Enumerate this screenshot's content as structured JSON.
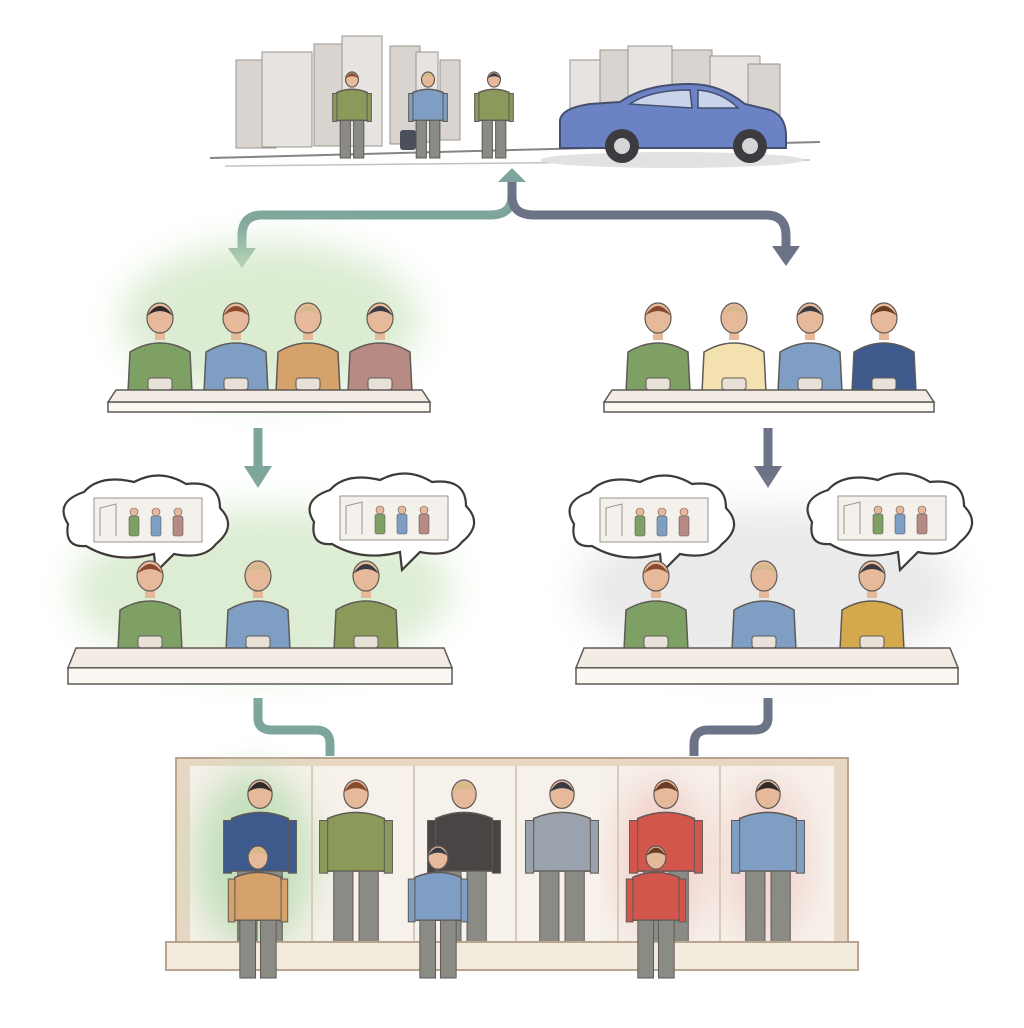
{
  "colors": {
    "arrow_left": "#7ea59c",
    "arrow_right": "#6d7387",
    "outline": "#5f5a56",
    "table_top": "#f3ece4",
    "table_front": "#fbf8f4",
    "car": "#6b82c4",
    "bubble_stroke": "#3f3a37",
    "board_frame": "#e7d7c3",
    "board_bg": "#f6f1ea",
    "green_haze": "#cfe6c2",
    "gray_haze": "#e3e3e3"
  },
  "scene": {
    "street_people": [
      "olive",
      "blue",
      "olive"
    ],
    "car_color": "blue"
  },
  "panels": {
    "left_group": [
      "green",
      "blue",
      "tan",
      "mauve"
    ],
    "right_group": [
      "green",
      "cream",
      "blue",
      "navy"
    ],
    "left_individual": [
      "green",
      "blue",
      "olive"
    ],
    "right_individual": [
      "green",
      "blue",
      "mustard"
    ]
  },
  "lineup": {
    "members": [
      "navy",
      "olive",
      "dark",
      "gray",
      "red",
      "blue"
    ],
    "viewers": [
      "tan",
      "blue",
      "red"
    ]
  }
}
